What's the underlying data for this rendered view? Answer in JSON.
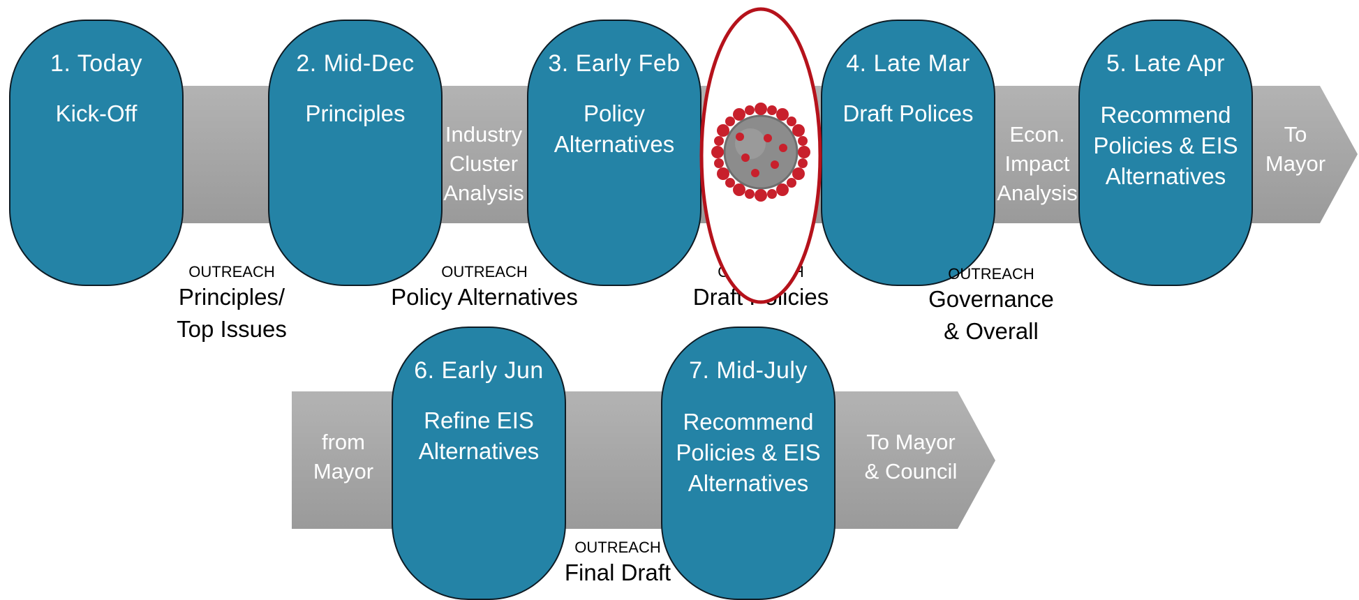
{
  "diagram": {
    "colors": {
      "milestone_fill": "#2483a6",
      "milestone_border": "#0d1b24",
      "arrow": "#a6a6a6",
      "highlight_ring": "#b5121b",
      "virus_spikes": "#c8202c",
      "virus_body": "#8c8c8c"
    },
    "upper_row": {
      "milestones": [
        {
          "date": "1. Today",
          "title": "Kick-Off"
        },
        {
          "date": "2. Mid-Dec",
          "title": "Principles"
        },
        {
          "date": "3. Early Feb",
          "title": "Policy Alternatives"
        },
        {
          "date": "4. Late Mar",
          "title": "Draft Polices"
        },
        {
          "date": "5. Late Apr",
          "title": "Recommend Policies & EIS Alternatives"
        }
      ],
      "analyses": [
        "Industry Cluster Analysis",
        "Econ. Impact Analysis"
      ],
      "arrow_end_label": "To Mayor",
      "outreach": [
        {
          "kicker": "OUTREACH",
          "topic": "Principles/ Top Issues"
        },
        {
          "kicker": "OUTREACH",
          "topic": "Policy Alternatives"
        },
        {
          "kicker": "OUTREACH",
          "topic": "Draft Policies"
        },
        {
          "kicker": "OUTREACH",
          "topic": "Governance & Overall"
        }
      ],
      "highlight_icon": "coronavirus-icon"
    },
    "lower_row": {
      "arrow_start_label": "from Mayor",
      "milestones": [
        {
          "date": "6. Early Jun",
          "title": "Refine EIS Alternatives"
        },
        {
          "date": "7. Mid-July",
          "title": "Recommend Policies & EIS Alternatives"
        }
      ],
      "arrow_end_label": "To Mayor & Council",
      "outreach": [
        {
          "kicker": "OUTREACH",
          "topic": "Final Draft"
        }
      ]
    }
  }
}
